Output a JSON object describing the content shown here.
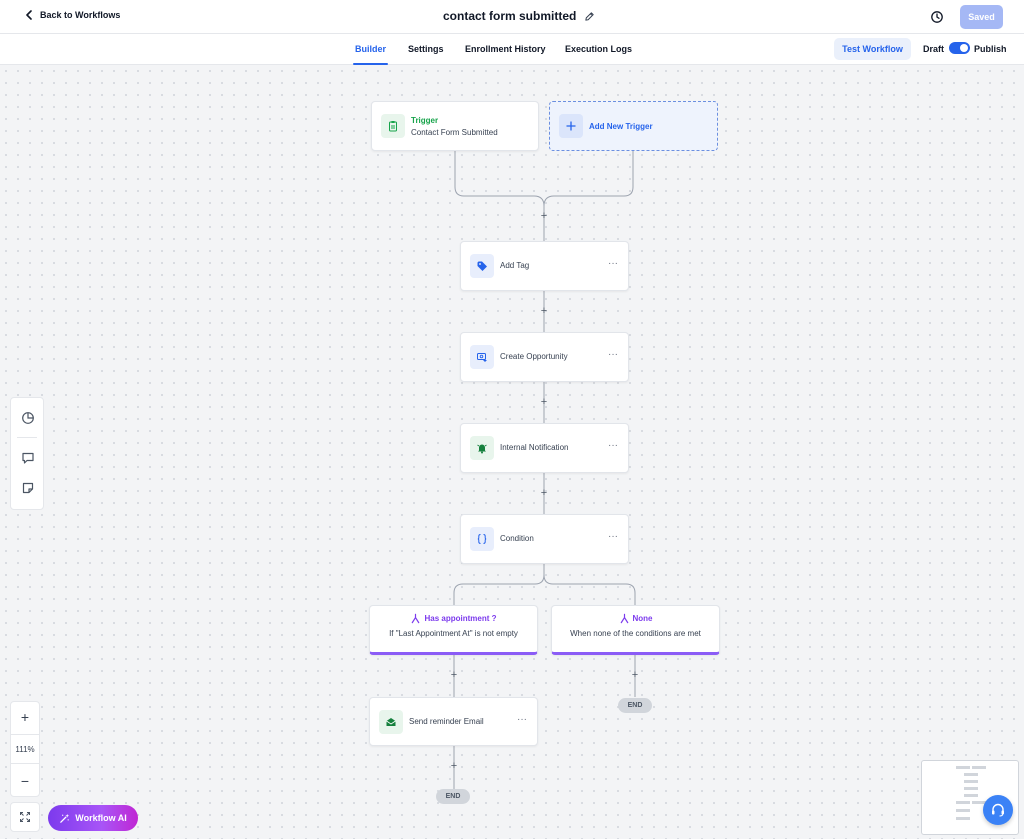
{
  "header": {
    "back_label": "Back to Workflows",
    "workflow_title": "contact form submitted",
    "saved_label": "Saved"
  },
  "tabs": [
    {
      "label": "Builder",
      "active": true
    },
    {
      "label": "Settings",
      "active": false
    },
    {
      "label": "Enrollment History",
      "active": false
    },
    {
      "label": "Execution Logs",
      "active": false
    }
  ],
  "actions": {
    "test_workflow_label": "Test Workflow",
    "draft_label": "Draft",
    "publish_label": "Publish",
    "published": true
  },
  "flow": {
    "trigger": {
      "type_label": "Trigger",
      "name": "Contact Form Submitted",
      "icon": "clipboard-icon"
    },
    "add_trigger_label": "Add New Trigger",
    "steps": [
      {
        "label": "Add Tag",
        "icon": "tag-icon"
      },
      {
        "label": "Create Opportunity",
        "icon": "opportunity-icon"
      },
      {
        "label": "Internal Notification",
        "icon": "bell-icon"
      },
      {
        "label": "Condition",
        "icon": "braces-icon"
      }
    ],
    "branches": [
      {
        "title": "Has appointment ?",
        "description": "If \"Last Appointment At\" is not empty"
      },
      {
        "title": "None",
        "description": "When none of the conditions are met"
      }
    ],
    "branch_step": {
      "label": "Send reminder Email",
      "icon": "email-icon"
    },
    "plus_symbol": "+",
    "more_symbol": "···",
    "end_label": "END"
  },
  "zoom": {
    "in": "+",
    "level": "111%",
    "out": "−"
  },
  "ai_button_label": "Workflow AI",
  "colors": {
    "accent": "#2563eb",
    "branch": "#8b5cf6",
    "trigger_green": "#16a34a",
    "ai_gradient_start": "#7c3aed"
  }
}
